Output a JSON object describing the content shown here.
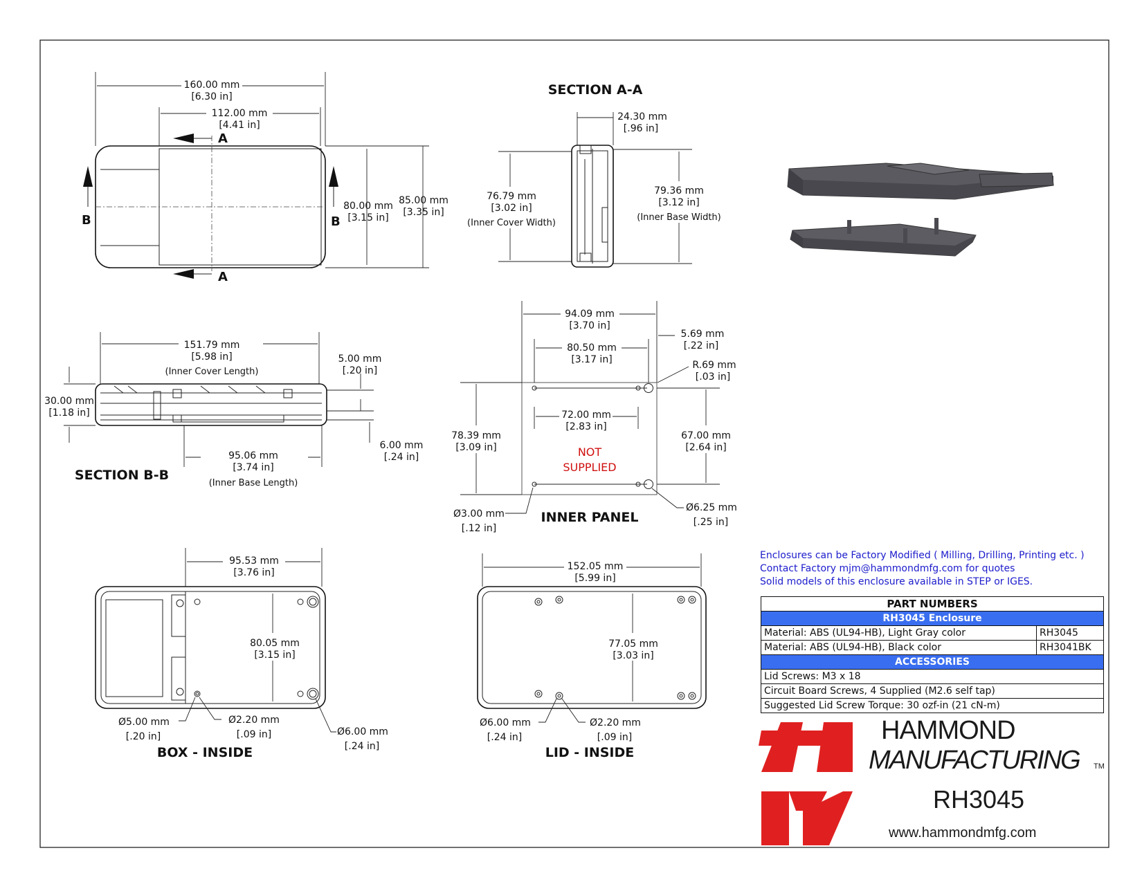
{
  "views": {
    "top": {
      "width_mm": "160.00 mm",
      "width_in": "[6.30 in]",
      "inner_mm": "112.00 mm",
      "inner_in": "[4.41 in]",
      "h1_mm": "80.00 mm",
      "h1_in": "[3.15 in]",
      "h2_mm": "85.00 mm",
      "h2_in": "[3.35 in]",
      "label_a": "A",
      "label_b": "B"
    },
    "section_aa": {
      "title": "SECTION A-A",
      "depth_mm": "24.30 mm",
      "depth_in": "[.96 in]",
      "cover_mm": "76.79 mm",
      "cover_in": "[3.02 in]",
      "cover_note": "(Inner Cover Width)",
      "base_mm": "79.36 mm",
      "base_in": "[3.12 in]",
      "base_note": "(Inner Base Width)"
    },
    "section_bb": {
      "title": "SECTION B-B",
      "len_mm": "151.79 mm",
      "len_in": "[5.98 in]",
      "len_note": "(Inner Cover Length)",
      "h_mm": "30.00 mm",
      "h_in": "[1.18 in]",
      "t5_mm": "5.00 mm",
      "t5_in": "[.20 in]",
      "t6_mm": "6.00 mm",
      "t6_in": "[.24 in]",
      "base_mm": "95.06 mm",
      "base_in": "[3.74 in]",
      "base_note": "(Inner Base Length)"
    },
    "inner_panel": {
      "title": "INNER PANEL",
      "w_mm": "94.09 mm",
      "w_in": "[3.70 in]",
      "w2_mm": "80.50 mm",
      "w2_in": "[3.17 in]",
      "edge_mm": "5.69 mm",
      "edge_in": "[.22 in]",
      "r_mm": "R.69 mm",
      "r_in": "[.03 in]",
      "c_mm": "72.00 mm",
      "c_in": "[2.83 in]",
      "h_mm": "78.39 mm",
      "h_in": "[3.09 in]",
      "h2_mm": "67.00 mm",
      "h2_in": "[2.64 in]",
      "not1": "NOT",
      "not2": "SUPPLIED",
      "hole1_mm": "Ø3.00 mm",
      "hole1_in": "[.12 in]",
      "hole2_mm": "Ø6.25 mm",
      "hole2_in": "[.25 in]"
    },
    "box_inside": {
      "title": "BOX - INSIDE",
      "w_mm": "95.53 mm",
      "w_in": "[3.76 in]",
      "h_mm": "80.05 mm",
      "h_in": "[3.15 in]",
      "d1_mm": "Ø5.00 mm",
      "d1_in": "[.20 in]",
      "d2_mm": "Ø2.20 mm",
      "d2_in": "[.09 in]",
      "d3_mm": "Ø6.00 mm",
      "d3_in": "[.24 in]"
    },
    "lid_inside": {
      "title": "LID - INSIDE",
      "w_mm": "152.05 mm",
      "w_in": "[5.99 in]",
      "h_mm": "77.05 mm",
      "h_in": "[3.03 in]",
      "d1_mm": "Ø6.00 mm",
      "d1_in": "[.24 in]",
      "d2_mm": "Ø2.20 mm",
      "d2_in": "[.09 in]"
    }
  },
  "notes": [
    "Enclosures can be Factory Modified ( Milling, Drilling, Printing etc. )",
    "Contact Factory mjm@hammondmfg.com for quotes",
    "Solid models of this enclosure available in STEP or IGES."
  ],
  "parts_table": {
    "header": "PART NUMBERS",
    "enclosure_title": "RH3045 Enclosure",
    "rows": [
      {
        "desc": "Material: ABS (UL94-HB),  Light Gray color",
        "pn": "RH3045"
      },
      {
        "desc": "Material: ABS (UL94-HB),  Black color",
        "pn": "RH3041BK"
      }
    ],
    "accessories_title": "ACCESSORIES",
    "accessories": [
      "Lid Screws: M3 x 18",
      "Circuit Board Screws, 4 Supplied (M2.6 self tap)",
      "Suggested Lid Screw Torque: 30 ozf-in (21 cN-m)"
    ]
  },
  "brand": {
    "name1": "HAMMOND",
    "name2": "MANUFACTURING",
    "tm": "TM",
    "model": "RH3045",
    "url": "www.hammondmfg.com",
    "logo_color": "#e02020",
    "table_accent": "#3a6ef0",
    "note_color": "#1c1ccc"
  }
}
